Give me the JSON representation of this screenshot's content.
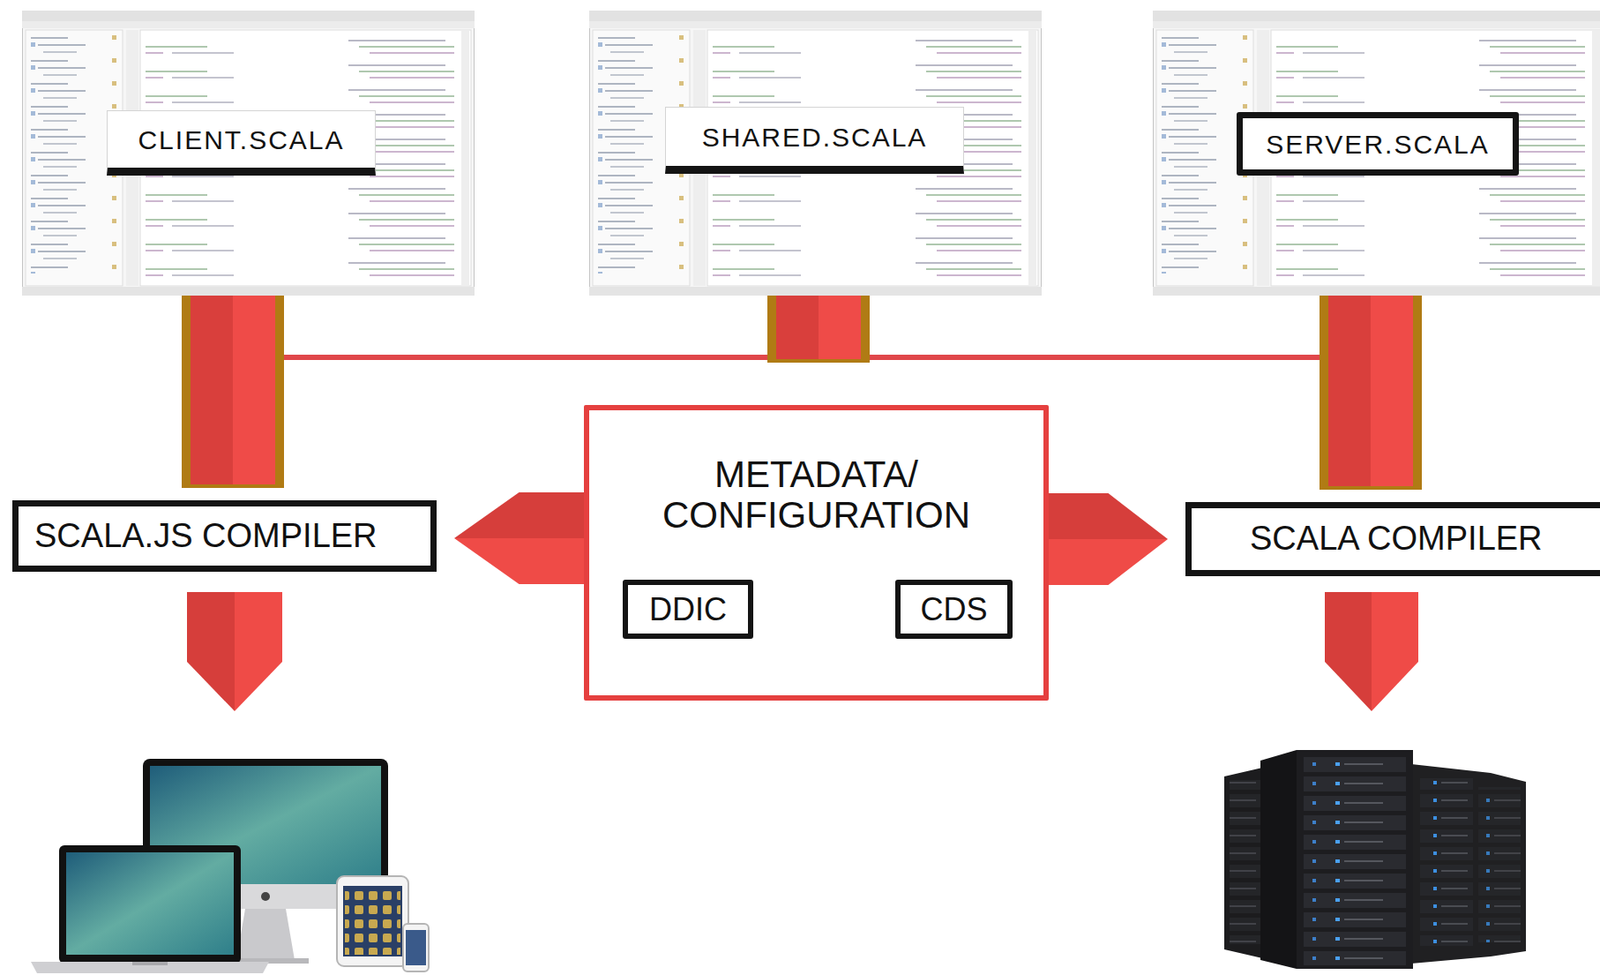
{
  "diagram": {
    "nodes": [
      {
        "text": [
          "CLIENT.SCALA"
        ]
      },
      {
        "text": [
          "SHARED.SCALA"
        ]
      },
      {
        "text": [
          "SERVER.SCALA"
        ]
      },
      {
        "text": [
          "SCALA.JS COMPILER"
        ]
      },
      {
        "text": [
          "METADATA/ CONFIGURATION"
        ]
      },
      {
        "text": [
          "DDIC"
        ],
        "in": 4
      },
      {
        "text": [
          "CDS"
        ],
        "in": 4
      },
      {
        "text": [
          "SCALA COMPILER"
        ]
      }
    ],
    "edges": [
      {
        "from": 0,
        "to": 3,
        "arrow": "none"
      },
      {
        "from": 1,
        "to": 3,
        "arrow": "none"
      },
      {
        "from": 1,
        "to": 7,
        "arrow": "none"
      },
      {
        "from": 2,
        "to": 7,
        "arrow": "none"
      },
      {
        "from": 4,
        "to": 3,
        "arrow": "to"
      },
      {
        "from": 4,
        "to": 7,
        "arrow": "to"
      }
    ]
  }
}
